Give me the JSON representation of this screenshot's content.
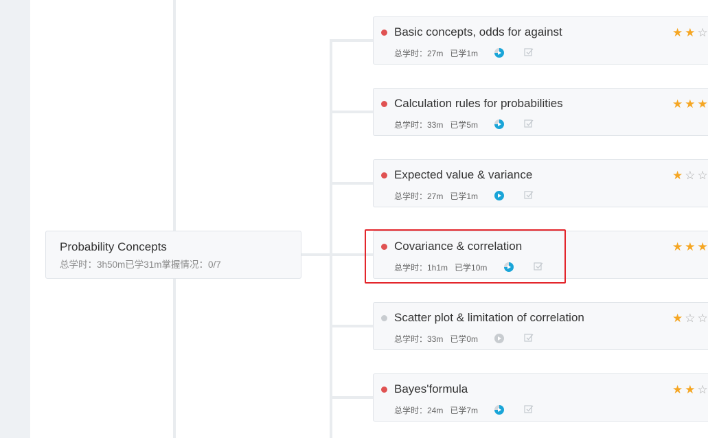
{
  "parent": {
    "title": "Probability Concepts",
    "stats": "总学时：3h50m已学31m掌握情况：0/7"
  },
  "lessons": [
    {
      "title": "Basic concepts, odds for against",
      "total": "总学时：27m",
      "learned": "已学1m",
      "progress_icon": "partial-play-icon",
      "rating": 2,
      "status_dot": "red"
    },
    {
      "title": "Calculation rules for probabilities",
      "total": "总学时：33m",
      "learned": "已学5m",
      "progress_icon": "partial-play-icon",
      "rating": 3,
      "status_dot": "red"
    },
    {
      "title": "Expected value & variance",
      "total": "总学时：27m",
      "learned": "已学1m",
      "progress_icon": "play-icon",
      "rating": 1,
      "status_dot": "red"
    },
    {
      "title": "Covariance & correlation",
      "total": "总学时：1h1m",
      "learned": "已学10m",
      "progress_icon": "partial-play-icon",
      "rating": 3,
      "status_dot": "red",
      "highlighted": true
    },
    {
      "title": "Scatter plot & limitation of correlation",
      "total": "总学时：33m",
      "learned": "已学0m",
      "progress_icon": "grey-play-icon",
      "rating": 1,
      "status_dot": "grey"
    },
    {
      "title": "Bayes'formula",
      "total": "总学时：24m",
      "learned": "已学7m",
      "progress_icon": "partial-play-icon",
      "rating": 2,
      "status_dot": "red"
    }
  ],
  "colors": {
    "accent": "#1aa5d8",
    "star": "#f5a623",
    "dot_red": "#e05252",
    "highlight": "#e3252b"
  }
}
